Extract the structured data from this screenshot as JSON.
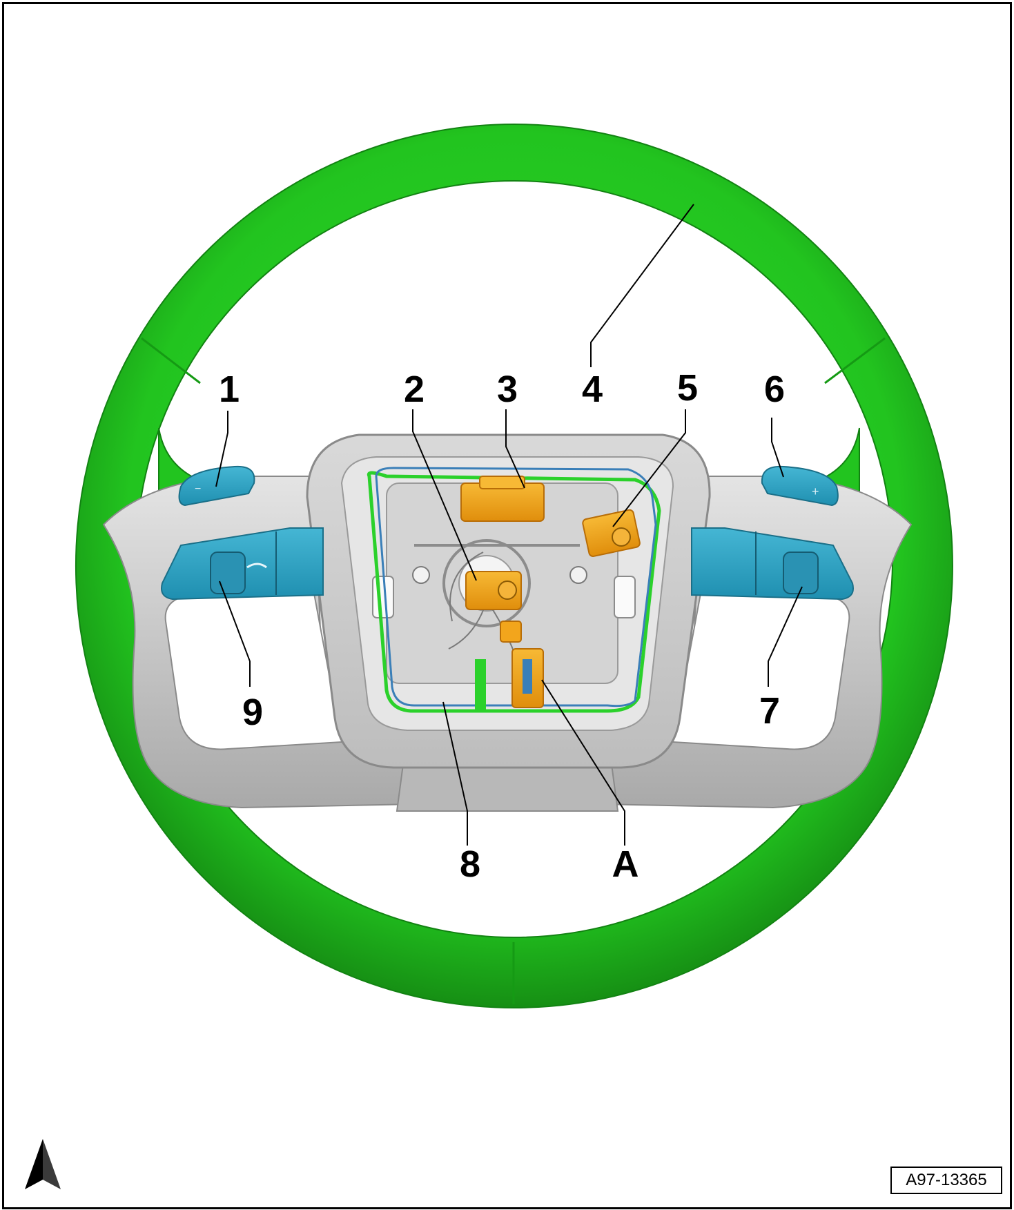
{
  "diagram": {
    "callouts": [
      {
        "id": "1",
        "label": "1"
      },
      {
        "id": "2",
        "label": "2"
      },
      {
        "id": "3",
        "label": "3"
      },
      {
        "id": "4",
        "label": "4"
      },
      {
        "id": "5",
        "label": "5"
      },
      {
        "id": "6",
        "label": "6"
      },
      {
        "id": "7",
        "label": "7"
      },
      {
        "id": "8",
        "label": "8"
      },
      {
        "id": "9",
        "label": "9"
      },
      {
        "id": "A",
        "label": "A"
      }
    ],
    "reference": "A97-13365",
    "paddle_left_symbol": "−",
    "paddle_right_symbol": "+",
    "colors": {
      "rim": "#22c41f",
      "rim_dark": "#159a14",
      "spoke": "#cfcfcf",
      "buttons": "#2fa7c7",
      "connectors": "#f2a51c",
      "wiring_blue": "#3a7fb8",
      "wiring_green": "#2bd12b"
    },
    "icons": {
      "north_arrow": "north-arrow-icon"
    }
  }
}
